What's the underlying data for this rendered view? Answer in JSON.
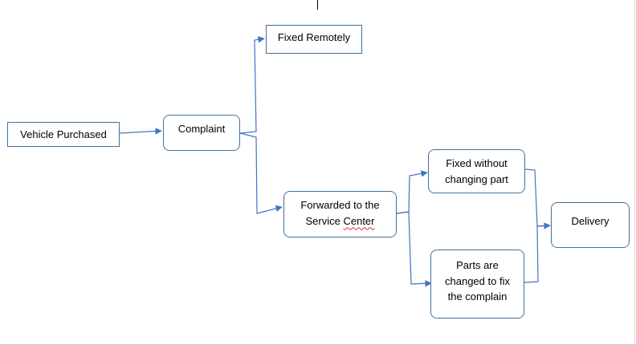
{
  "colors": {
    "connector": "#4472c4",
    "node_border": "#41719c",
    "text": "#000000",
    "spellcheck_underline": "#d9342b"
  },
  "nodes": {
    "vehicle_purchased": {
      "shape": "rectangle",
      "lines": [
        "Vehicle Purchased"
      ]
    },
    "complaint": {
      "shape": "rounded-rectangle",
      "lines": [
        "Complaint"
      ]
    },
    "fixed_remotely": {
      "shape": "rectangle",
      "lines": [
        "Fixed Remotely"
      ]
    },
    "forwarded": {
      "shape": "rounded-rectangle",
      "lines": [
        "Forwarded to the",
        "Service ",
        "Center"
      ]
    },
    "fixed_without": {
      "shape": "rounded-rectangle",
      "lines": [
        "Fixed without",
        "changing part"
      ]
    },
    "parts_changed": {
      "shape": "rounded-rectangle",
      "lines": [
        "Parts are",
        "changed to fix",
        "the complain"
      ]
    },
    "delivery": {
      "shape": "rounded-rectangle",
      "lines": [
        "Delivery"
      ]
    }
  },
  "edges": [
    {
      "from": "Vehicle Purchased",
      "to": "Complaint"
    },
    {
      "from": "Complaint",
      "to": "Fixed Remotely"
    },
    {
      "from": "Complaint",
      "to": "Forwarded to the Service Center"
    },
    {
      "from": "Forwarded to the Service Center",
      "to": "Fixed without changing part"
    },
    {
      "from": "Forwarded to the Service Center",
      "to": "Parts are changed to fix the complain"
    },
    {
      "from": "Fixed without changing part",
      "to": "Delivery"
    },
    {
      "from": "Parts are changed to fix the complain",
      "to": "Delivery"
    }
  ]
}
